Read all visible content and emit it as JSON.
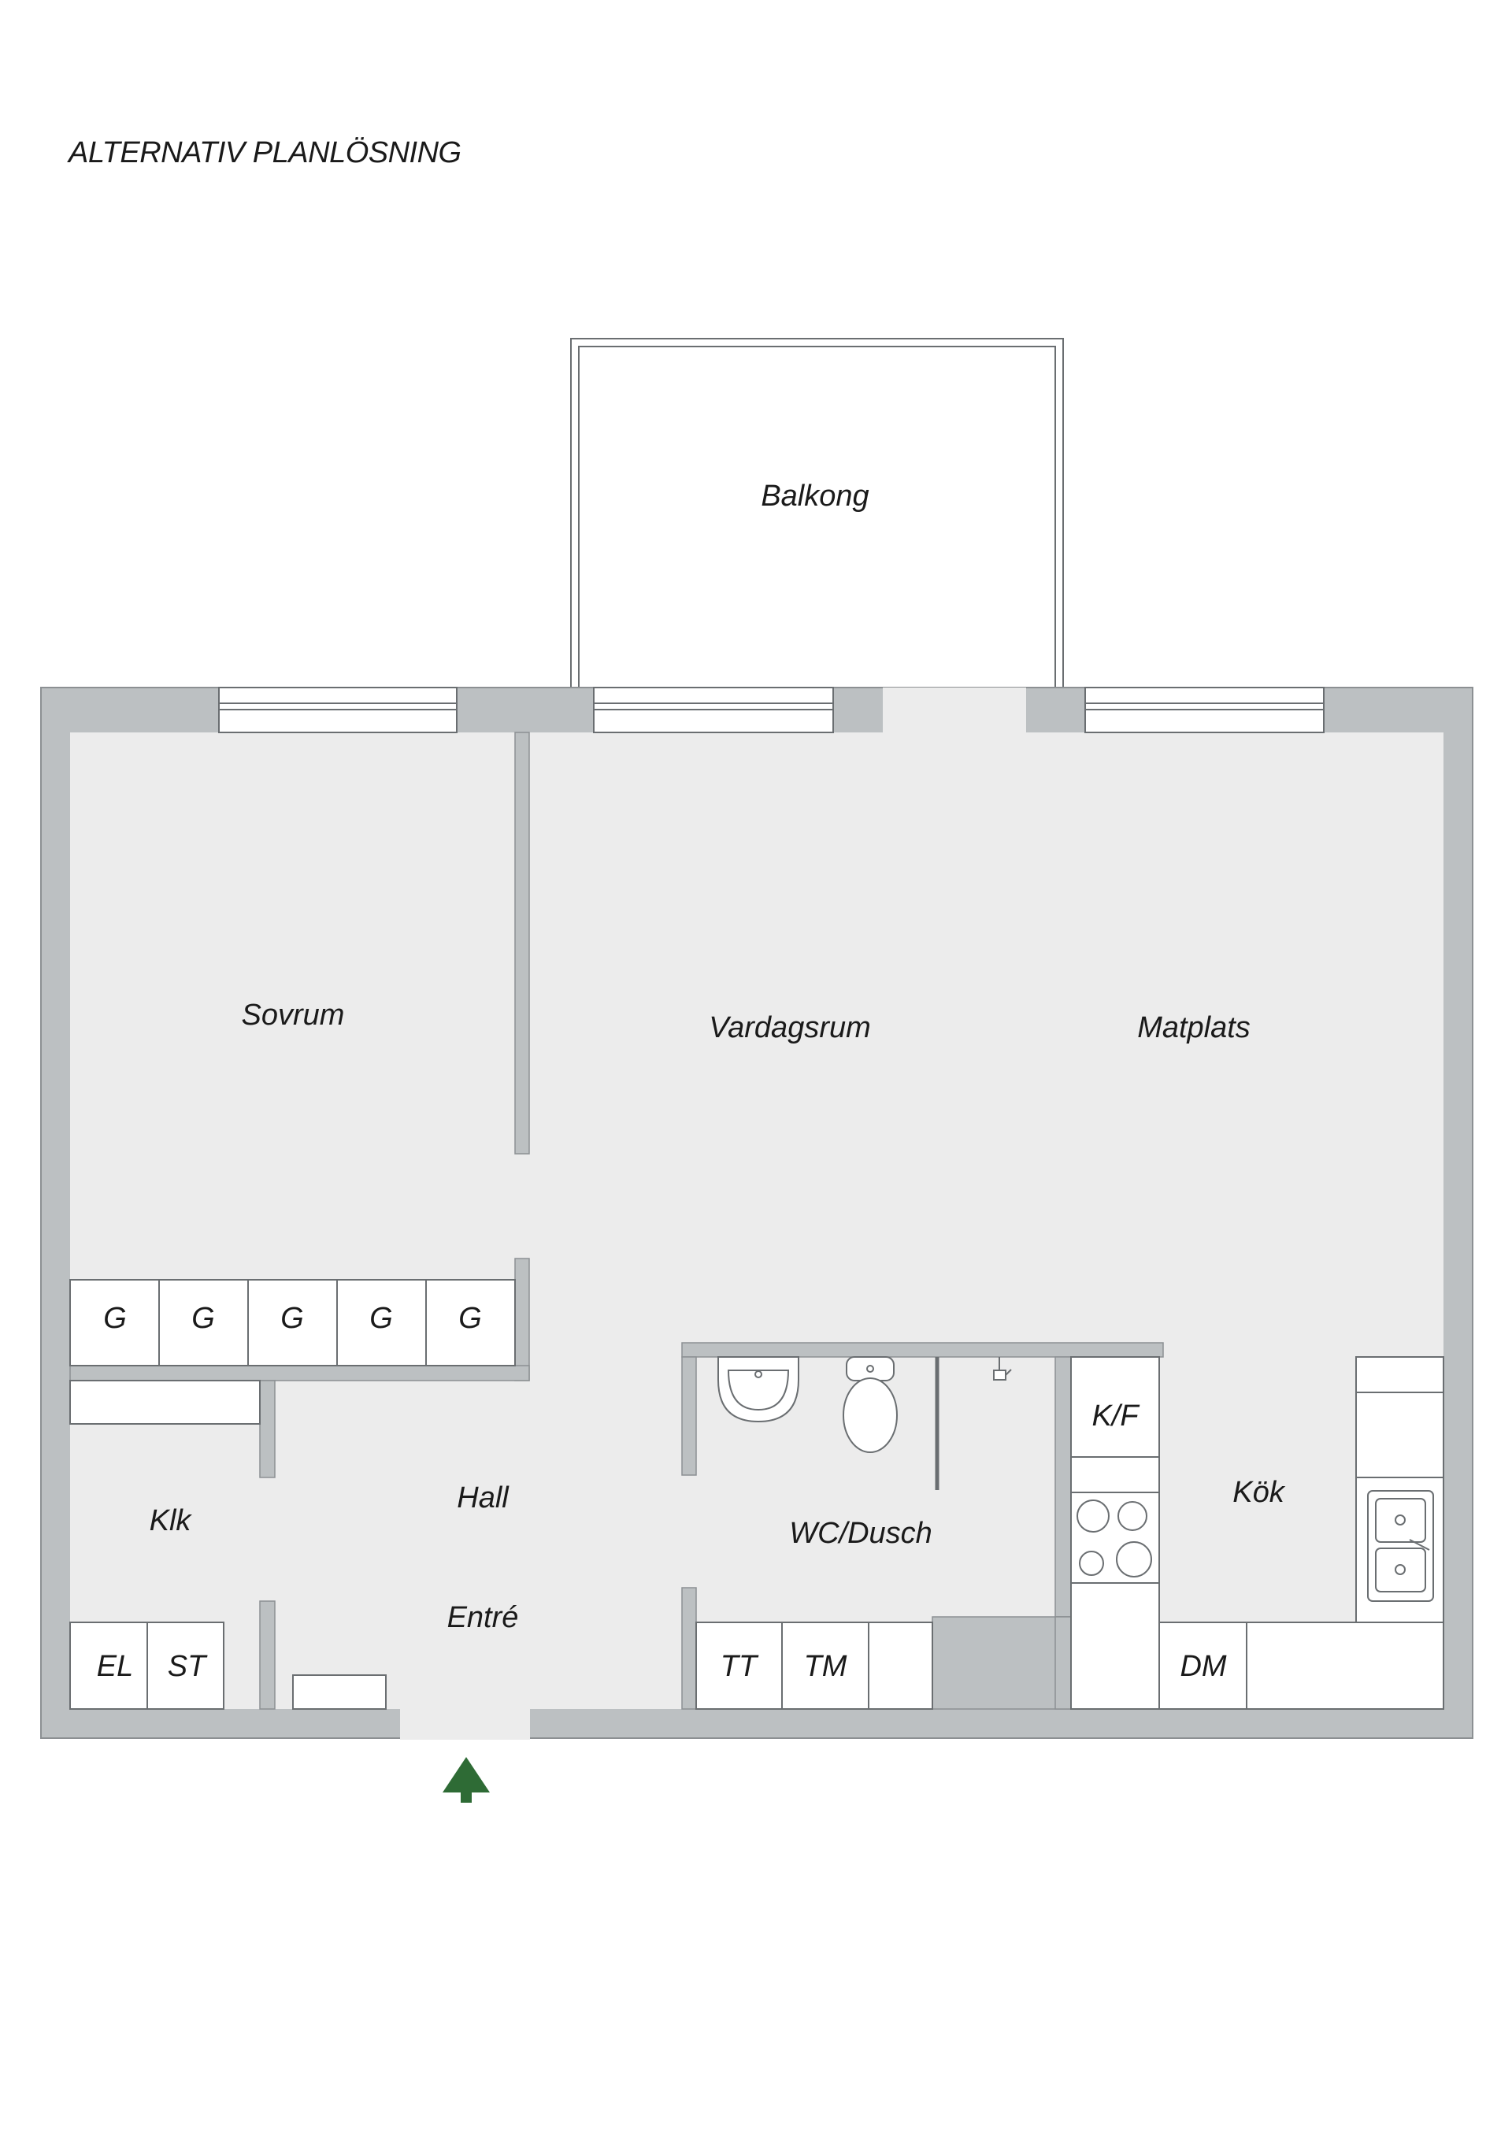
{
  "heading": "ALTERNATIV PLANLÖSNING",
  "rooms": {
    "balkong": "Balkong",
    "sovrum": "Sovrum",
    "vardagsrum": "Vardagsrum",
    "matplats": "Matplats",
    "klk": "Klk",
    "hall": "Hall",
    "entre": "Entré",
    "wc_dusch": "WC/Dusch",
    "kok": "Kök"
  },
  "storage": {
    "wardrobes": [
      "G",
      "G",
      "G",
      "G",
      "G"
    ],
    "el": "EL",
    "st": "ST",
    "tt": "TT",
    "tm": "TM",
    "kf": "K/F",
    "dm": "DM"
  },
  "colors": {
    "wall": "#bcc0c2",
    "floor": "#ececec",
    "line": "#5a5f62",
    "entrance_arrow": "#2e6b35"
  },
  "icons": {
    "entrance": "entrance-arrow-icon"
  }
}
